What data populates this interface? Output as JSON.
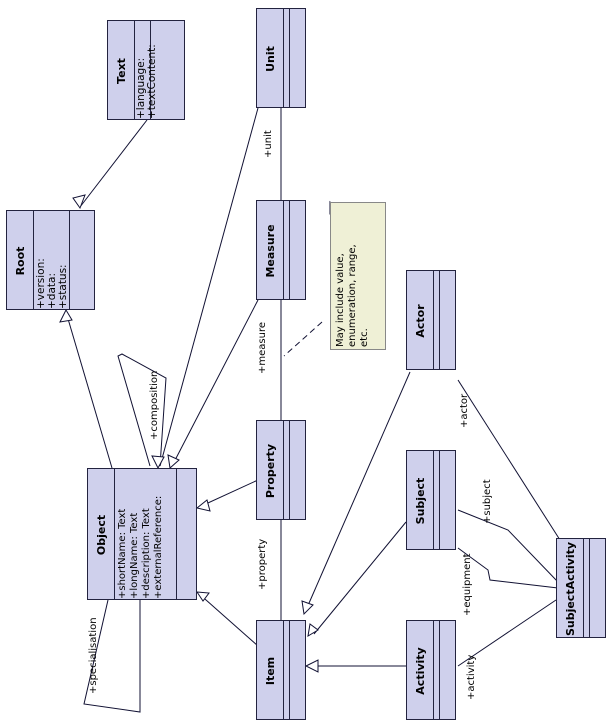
{
  "classes": {
    "text": {
      "name": "Text",
      "attributes": [
        "+language:",
        "+textContent:"
      ]
    },
    "root": {
      "name": "Root",
      "attributes": [
        "+version:",
        "+data:",
        "+status:"
      ]
    },
    "unit": {
      "name": "Unit",
      "attributes": []
    },
    "measure": {
      "name": "Measure",
      "attributes": []
    },
    "property": {
      "name": "Property",
      "attributes": []
    },
    "object": {
      "name": "Object",
      "attributes": [
        "+shortName: Text",
        "+longName: Text",
        "+description: Text",
        "+externalReference:"
      ]
    },
    "item": {
      "name": "Item",
      "attributes": []
    },
    "actor": {
      "name": "Actor",
      "attributes": []
    },
    "subject": {
      "name": "Subject",
      "attributes": []
    },
    "activity": {
      "name": "Activity",
      "attributes": []
    },
    "subject_activity": {
      "name": "SubjectActivity",
      "attributes": []
    }
  },
  "labels": {
    "unit": "+unit",
    "measure": "+measure",
    "property": "+property",
    "composition": "+composition",
    "specialisation": "+specialisation",
    "actor": "+actor",
    "subject": "+subject",
    "equipment": "+equipment",
    "activity": "+activity"
  },
  "note": {
    "lines": [
      "May include value,",
      "enumeration, range,",
      "etc."
    ]
  },
  "colors": {
    "class_fill": "#cfd0ec",
    "class_border": "#23233f",
    "note_fill": "#eff0d6",
    "line": "#111133"
  }
}
